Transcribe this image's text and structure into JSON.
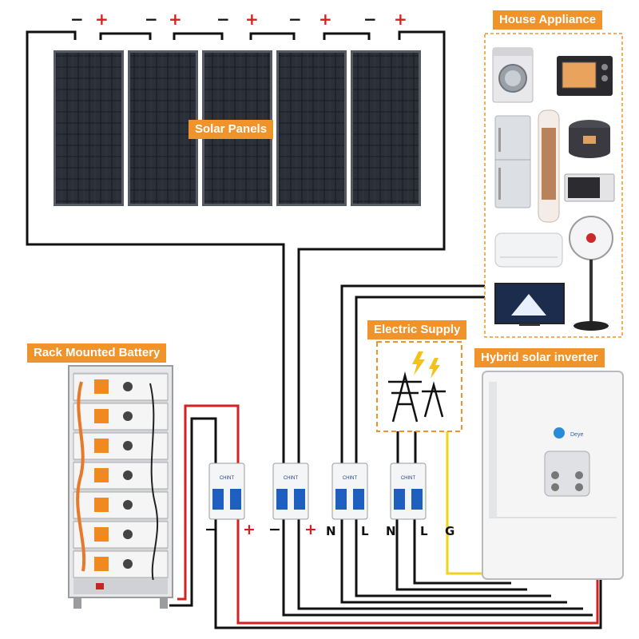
{
  "labels": {
    "solar_panels": "Solar Panels",
    "house_appliance": "House Appliance",
    "electric_supply": "Electric Supply",
    "hybrid_inverter": "Hybrid solar inverter",
    "rack_battery": "Rack Mounted Battery"
  },
  "panel_terminals": [
    {
      "minus": "−",
      "plus": "+"
    },
    {
      "minus": "−",
      "plus": "+"
    },
    {
      "minus": "−",
      "plus": "+"
    },
    {
      "minus": "−",
      "plus": "+"
    },
    {
      "minus": "−",
      "plus": "+"
    }
  ],
  "breaker_terminals": {
    "b1_minus": "−",
    "b1_plus": "+",
    "b2_minus": "−",
    "b2_plus": "+",
    "b3_n": "N",
    "b3_l": "L",
    "b4_n": "N",
    "b4_l": "L",
    "ground": "G"
  },
  "breaker_brand": "CHINT",
  "inverter_brand": "Deye",
  "colors": {
    "label_bg": "#f0932b",
    "wire_black": "#111111",
    "wire_red": "#d42020",
    "wire_yellow": "#f2d31b",
    "breaker_blue": "#1f5fbf",
    "dashed_border": "#f0932b"
  }
}
